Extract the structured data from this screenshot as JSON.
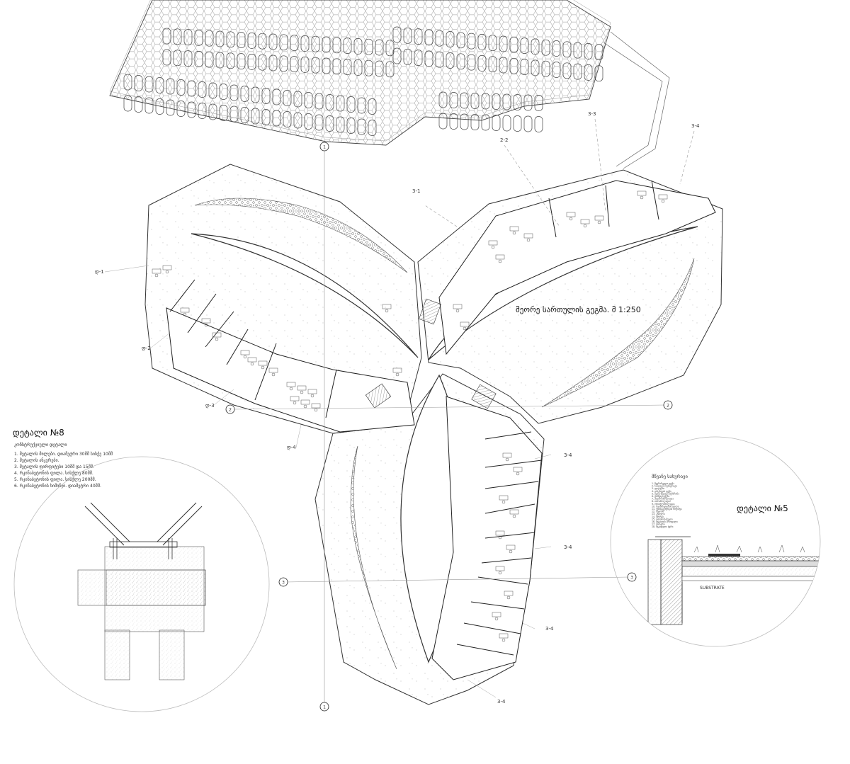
{
  "drawing": {
    "plan_title": "მეორე სართულის გეგმა. მ 1:250",
    "axis_labels": [
      "1",
      "2",
      "3"
    ],
    "section_marks": {
      "s31": "3-1",
      "s32": "2-2",
      "s33": "3-3",
      "s34a": "3-4",
      "s34b": "3-4",
      "s34c": "3-4",
      "s34d": "3-4",
      "s34e": "3-4",
      "w1": "დ-1",
      "w2": "დ-2",
      "w3": "დ-3",
      "w4": "დ-4"
    }
  },
  "detail8": {
    "title": "დეტალი №8",
    "subtitle": "კონსტრუქციული დეტალი",
    "notes": [
      "1. მეტალის მილები. დიამეტრი 30მმ სისქე 10მმ",
      "2. მეტალის ანკერები.",
      "3. მეტალის ფირფიტები 10მმ და 15მმ.",
      "4. რკინაბეტონის ფილა. სისქლე 80მმ.",
      "5. რკინაბეტონის ფილა. სისქლე 200მმ.",
      "6. რკინაბეტონის ხიმინჯი. დიამეტრი 40მმ."
    ]
  },
  "detail5": {
    "title": "დეტალი №5",
    "legend_title": "მწვანე სახურავი",
    "legend_items": [
      "1. მცენარეული ფენა",
      "2. ნიადაგის სუბსტრატი",
      "3. ფილტრი",
      "4. დრენაჟის ფენა",
      "5. ფესვ-მედეგი მემბრანა",
      "6. დამცავი ფენა",
      "7. ჰიდროიზოლაცია",
      "8. თბოიზოლაცია",
      "9. ორთქლიზოლაცია",
      "10. რკინაბეტონის ფილა",
      "11. ქვიშა-ცემენტის მოჭიმვა",
      "12. ბეტონი",
      "13. კედელი",
      "14. ბლოკი",
      "15. თაბაშირ-მუყაო",
      "16. მეტალის პროფილი",
      "17. სამაგრი",
      "18. შეკიდული ჭერი"
    ],
    "substrate_label": "SUBSTRATE"
  }
}
